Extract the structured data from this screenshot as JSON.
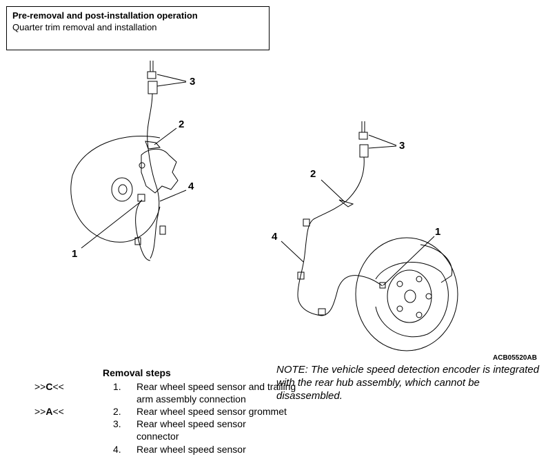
{
  "header": {
    "title": "Pre-removal and post-installation operation",
    "subtitle": "Quarter trim removal and installation"
  },
  "figure": {
    "code": "ACB05520AB",
    "left_callouts": [
      "3",
      "2",
      "4",
      "1"
    ],
    "right_callouts": [
      "3",
      "2",
      "4",
      "1"
    ]
  },
  "note": "NOTE: The vehicle speed detection encoder is integrated with the rear hub assembly, which cannot be disassembled.",
  "removal": {
    "title": "Removal steps",
    "steps": [
      {
        "ref_prefix": ">>",
        "ref_letter": "C",
        "ref_suffix": "<<",
        "num": "1.",
        "label": "Rear wheel speed sensor and trailing arm assembly connection"
      },
      {
        "ref_prefix": ">>",
        "ref_letter": "A",
        "ref_suffix": "<<",
        "num": "2.",
        "label": "Rear wheel speed sensor grommet"
      },
      {
        "ref_prefix": "",
        "ref_letter": "",
        "ref_suffix": "",
        "num": "3.",
        "label": "Rear wheel speed sensor connector"
      },
      {
        "ref_prefix": "",
        "ref_letter": "",
        "ref_suffix": "",
        "num": "4.",
        "label": "Rear wheel speed sensor"
      }
    ]
  }
}
